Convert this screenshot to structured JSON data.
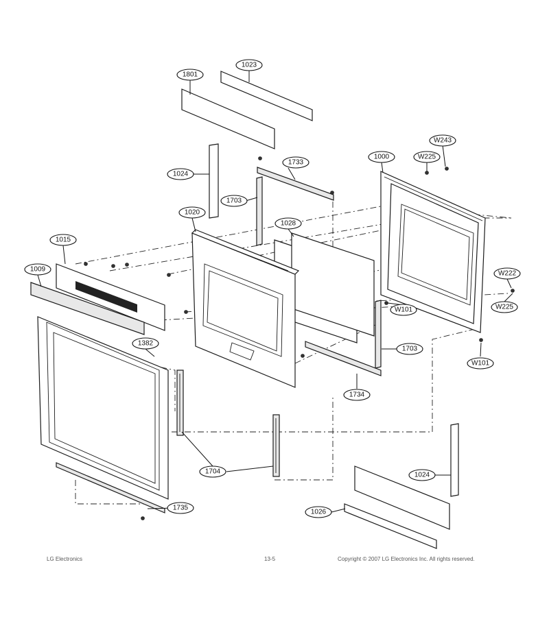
{
  "diagram": {
    "callouts": {
      "c1801": "1801",
      "c1023": "1023",
      "c1024a": "1024",
      "c1733": "1733",
      "c1703a": "1703",
      "c1000": "1000",
      "c1020": "1020",
      "c1028": "1028",
      "c1015": "1015",
      "c1009": "1009",
      "c1382": "1382",
      "cW243": "W243",
      "cW225a": "W225",
      "cW222": "W222",
      "cW225b": "W225",
      "cW101a": "W101",
      "cW101b": "W101",
      "c1703b": "1703",
      "c1734": "1734",
      "c1704": "1704",
      "c1735": "1735",
      "c1024b": "1024",
      "c1026": "1026"
    },
    "footer": {
      "left": "LG Electronics",
      "center": "13-5",
      "right": "Copyright © 2007 LG Electronics Inc. All rights reserved."
    }
  }
}
